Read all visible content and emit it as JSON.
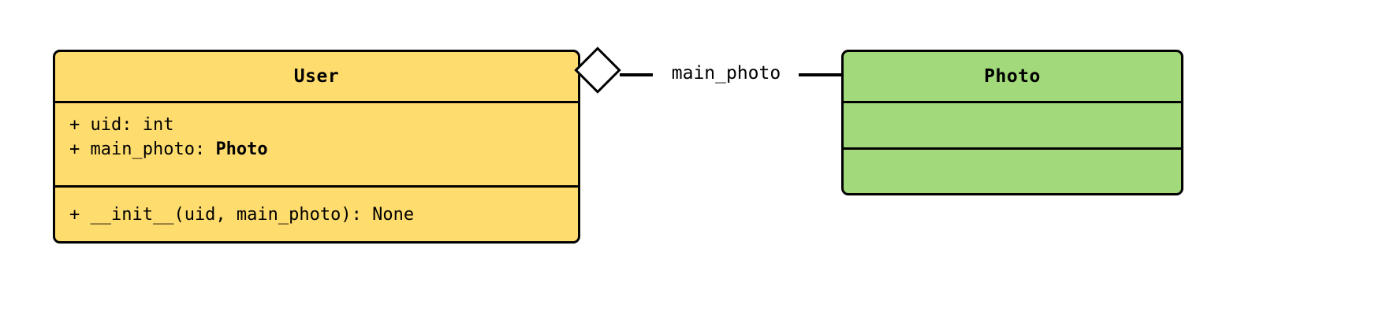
{
  "diagram": {
    "type": "uml-class-diagram",
    "background_color": "#ffffff"
  },
  "classes": [
    {
      "id": "user",
      "name": "User",
      "fill_color": "#FFDC6E",
      "border_color": "#000000",
      "attributes": [
        {
          "visibility": "+",
          "text": "+ uid: int",
          "name": "uid",
          "type": "int",
          "type_is_bold": false
        },
        {
          "visibility": "+",
          "prefix": "+ main_photo: ",
          "type_label": "Photo",
          "name": "main_photo",
          "type": "Photo",
          "type_is_bold": true
        }
      ],
      "methods": [
        {
          "visibility": "+",
          "text": "+ __init__(uid, main_photo): None",
          "name": "__init__",
          "params": "uid, main_photo",
          "returns": "None"
        }
      ]
    },
    {
      "id": "photo",
      "name": "Photo",
      "fill_color": "#A2D97A",
      "border_color": "#000000",
      "attributes": [],
      "methods": []
    }
  ],
  "relationships": [
    {
      "id": "user-main-photo",
      "kind": "aggregation",
      "source": "User",
      "target": "Photo",
      "label": "main_photo",
      "diamond_fill": "#ffffff",
      "diamond_at": "source"
    }
  ]
}
